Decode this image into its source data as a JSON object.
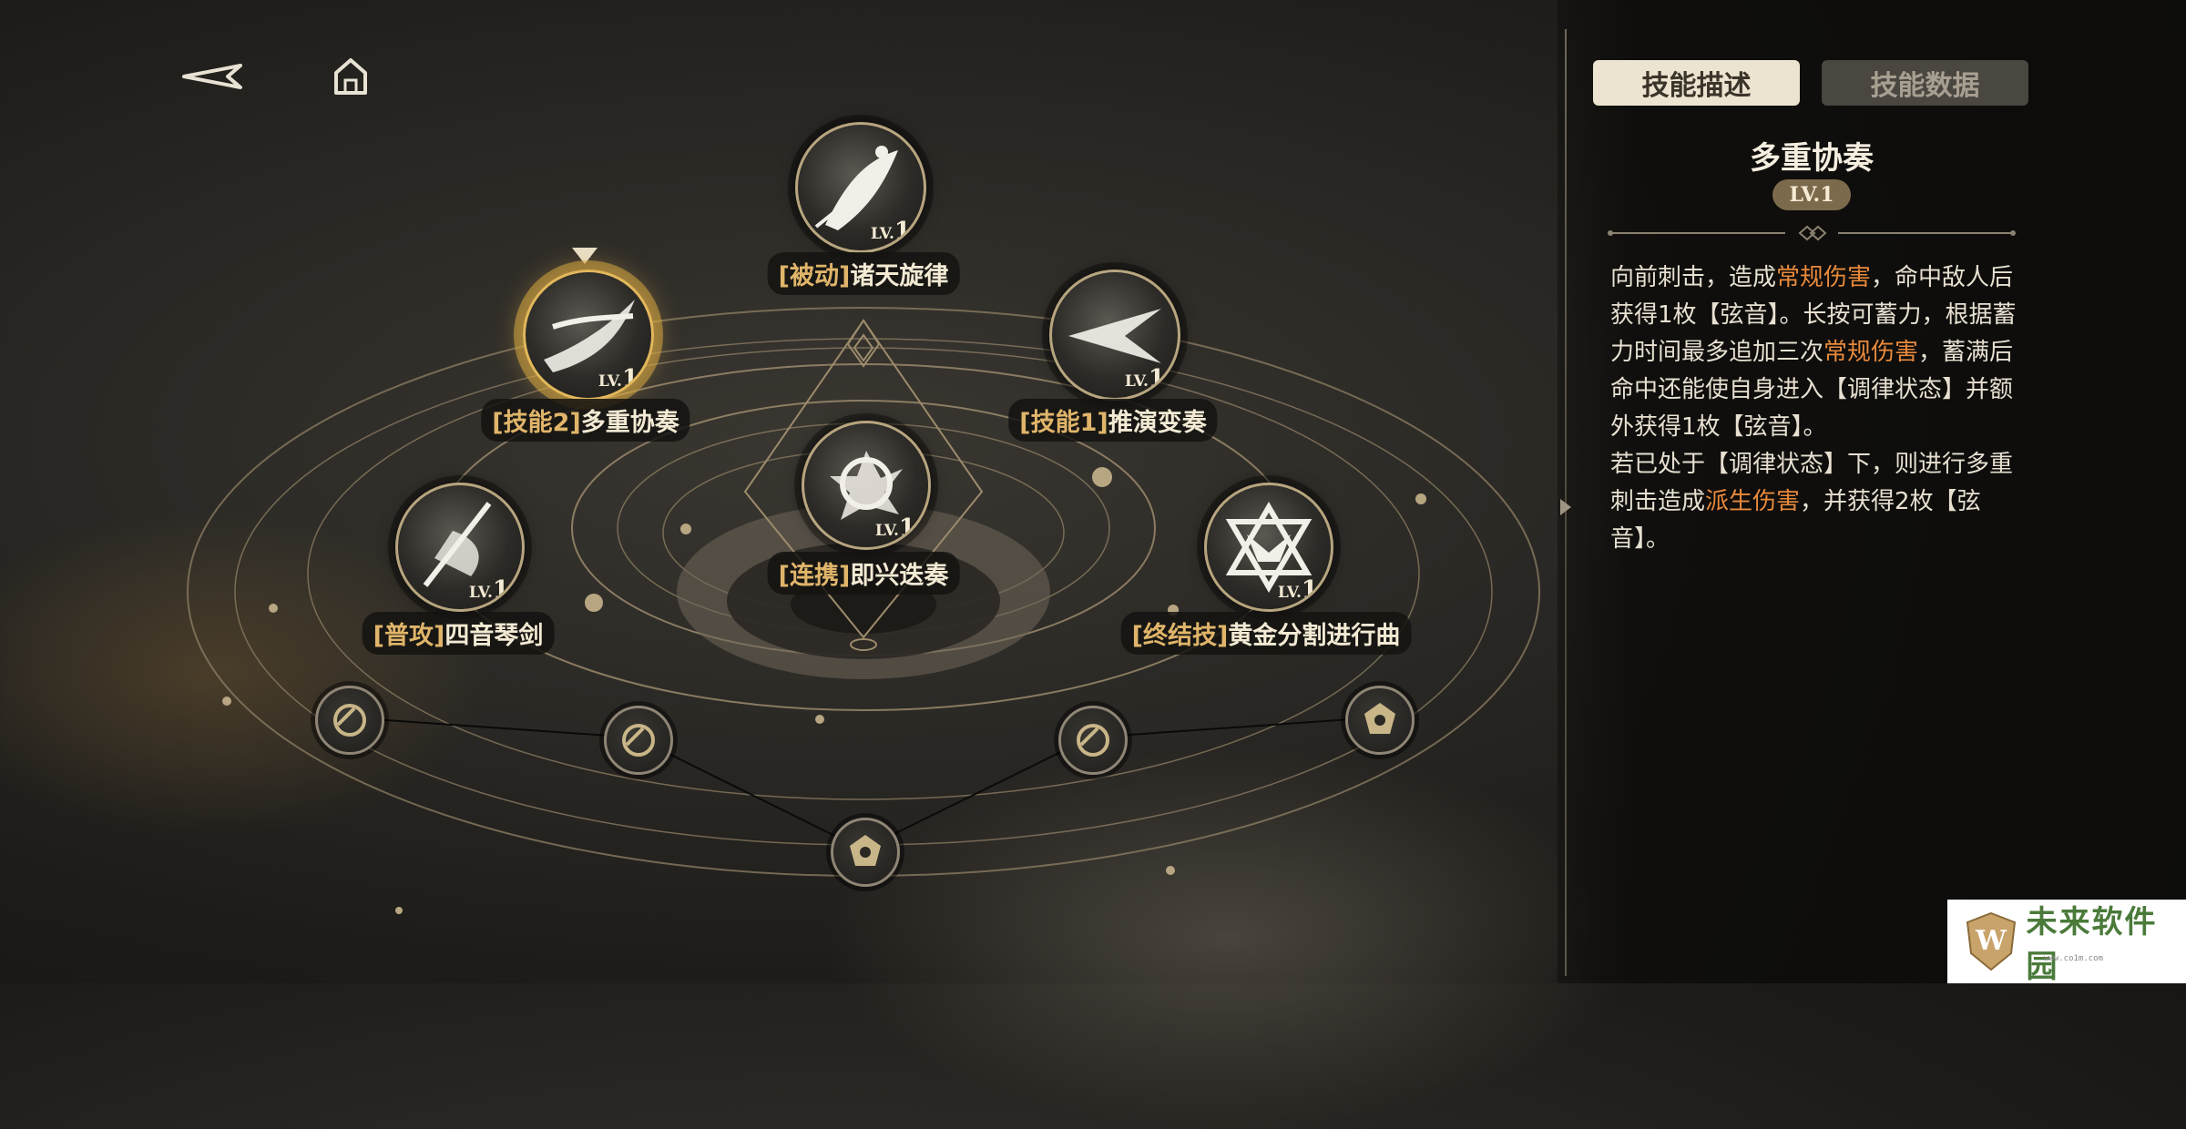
{
  "nav": {
    "back_icon": "back-arrow-icon",
    "home_icon": "home-icon"
  },
  "skills": [
    {
      "id": "passive",
      "tag": "[被动]",
      "name": "诸天旋律",
      "level_prefix": "LV.",
      "level_num": "1",
      "icon": "passive-skill-icon"
    },
    {
      "id": "skill2",
      "tag": "[技能2]",
      "name": "多重协奏",
      "level_prefix": "LV.",
      "level_num": "1",
      "icon": "skill2-icon",
      "selected": true
    },
    {
      "id": "skill1",
      "tag": "[技能1]",
      "name": "推演变奏",
      "level_prefix": "LV.",
      "level_num": "1",
      "icon": "skill1-icon"
    },
    {
      "id": "combo",
      "tag": "[连携]",
      "name": "即兴迭奏",
      "level_prefix": "LV.",
      "level_num": "1",
      "icon": "combo-skill-icon"
    },
    {
      "id": "basic",
      "tag": "[普攻]",
      "name": "四音琴剑",
      "level_prefix": "LV.",
      "level_num": "1",
      "icon": "basic-attack-icon"
    },
    {
      "id": "ultimate",
      "tag": "[终结技]",
      "name": "黄金分割进行曲",
      "level_prefix": "LV.",
      "level_num": "1",
      "icon": "ultimate-icon"
    }
  ],
  "panel": {
    "tabs": [
      {
        "label": "技能描述",
        "active": true
      },
      {
        "label": "技能数据",
        "active": false
      }
    ],
    "title": "多重协奏",
    "level": "LV.1",
    "desc": {
      "p1a": "向前刺击，造成",
      "p1b": "常规伤害",
      "p1c": "，命中敌人后获得1枚【弦音】。长按可蓄力，根据蓄力时间最多追加三次",
      "p1d": "常规伤害",
      "p1e": "，蓄满后命中还能使自身进入【调律状态】并额外获得1枚【弦音】。",
      "p2a": "若已处于【调律状态】下，则进行多重刺击造成",
      "p2b": "派生伤害",
      "p2c": "，并获得2枚【弦音】。"
    }
  },
  "colors": {
    "accent_gold": "#e0b56a",
    "highlight_orange": "#e88a3c",
    "tab_active": "#ece4d0",
    "tab_inactive": "#4a4640"
  },
  "watermark": {
    "text": "未来软件园",
    "sub": "www.co1m.com"
  }
}
